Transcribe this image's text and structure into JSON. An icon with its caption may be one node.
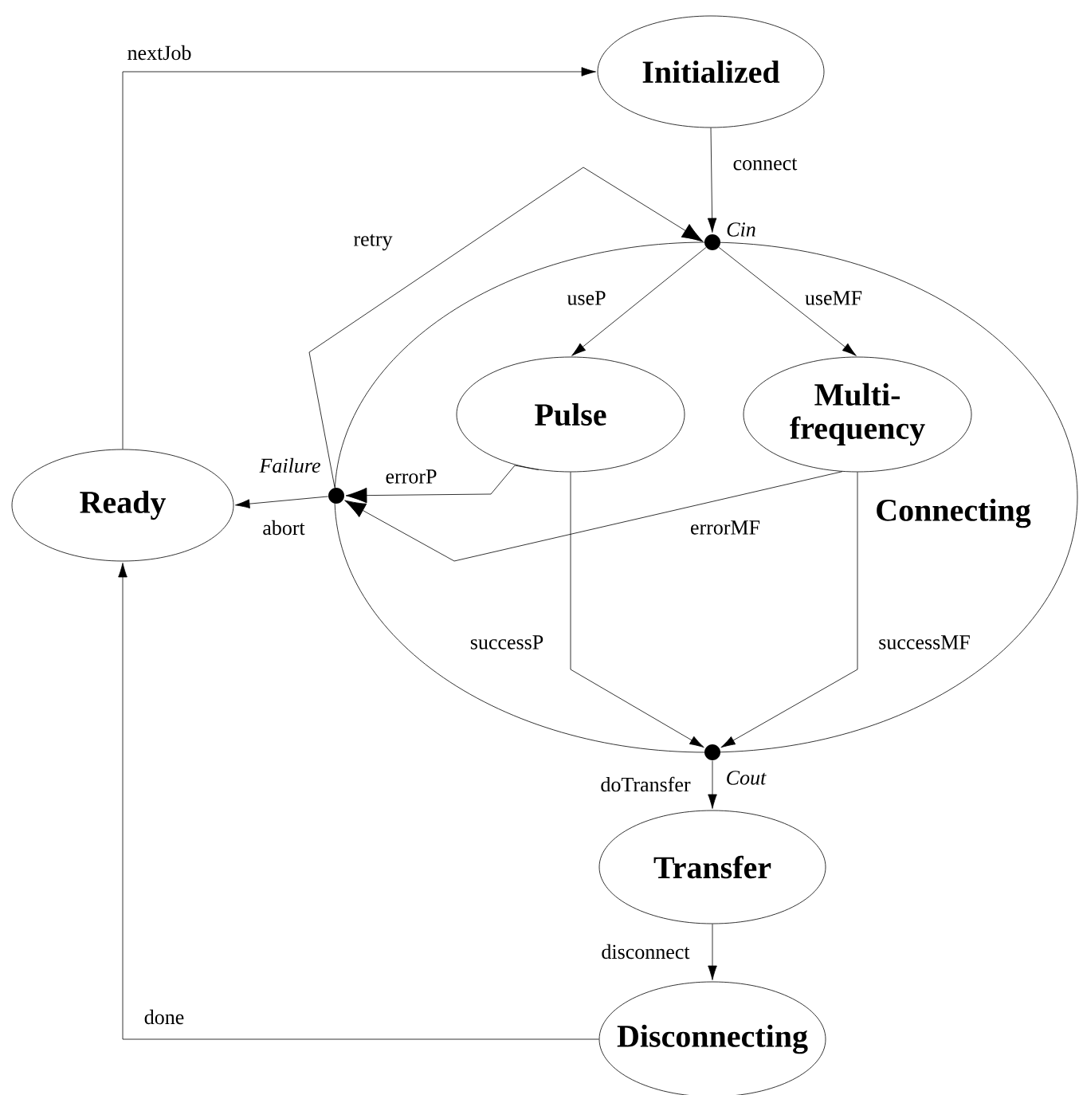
{
  "diagram": {
    "nodes": [
      {
        "text": [
          "Initialized"
        ]
      },
      {
        "text": [
          "Ready"
        ]
      },
      {
        "text": [
          "Connecting"
        ]
      },
      {
        "text": [],
        "shape": "circle",
        "beside": [
          "Cin"
        ]
      },
      {
        "text": [
          "Pulse"
        ],
        "in": 2
      },
      {
        "text": [
          "Multi-frequency"
        ],
        "in": 2
      },
      {
        "text": [],
        "shape": "circle",
        "beside": [
          "Failure"
        ]
      },
      {
        "text": [],
        "shape": "circle",
        "beside": [
          "Cout"
        ]
      },
      {
        "text": [
          "Transfer"
        ]
      },
      {
        "text": [
          "Disconnecting"
        ]
      }
    ],
    "edges": [
      {
        "from": 1,
        "to": 0,
        "arrow": "to",
        "label": "nextJob"
      },
      {
        "from": 0,
        "to": 3,
        "arrow": "to",
        "label": "connect"
      },
      {
        "from": 3,
        "to": 4,
        "arrow": "to",
        "label": "useP"
      },
      {
        "from": 3,
        "to": 5,
        "arrow": "to",
        "label": "useMF"
      },
      {
        "from": 4,
        "to": 6,
        "arrow": "to",
        "label": "errorP"
      },
      {
        "from": 5,
        "to": 6,
        "arrow": "to",
        "label": "errorMF"
      },
      {
        "from": 6,
        "to": 3,
        "arrow": "to",
        "label": "retry"
      },
      {
        "from": 6,
        "to": 1,
        "arrow": "to",
        "label": "abort"
      },
      {
        "from": 4,
        "to": 7,
        "arrow": "to",
        "label": "successP"
      },
      {
        "from": 5,
        "to": 7,
        "arrow": "to",
        "label": "successMF"
      },
      {
        "from": 7,
        "to": 8,
        "arrow": "to",
        "label": "doTransfer"
      },
      {
        "from": 8,
        "to": 9,
        "arrow": "to",
        "label": "disconnect"
      },
      {
        "from": 9,
        "to": 1,
        "arrow": "to",
        "label": "done"
      }
    ]
  }
}
